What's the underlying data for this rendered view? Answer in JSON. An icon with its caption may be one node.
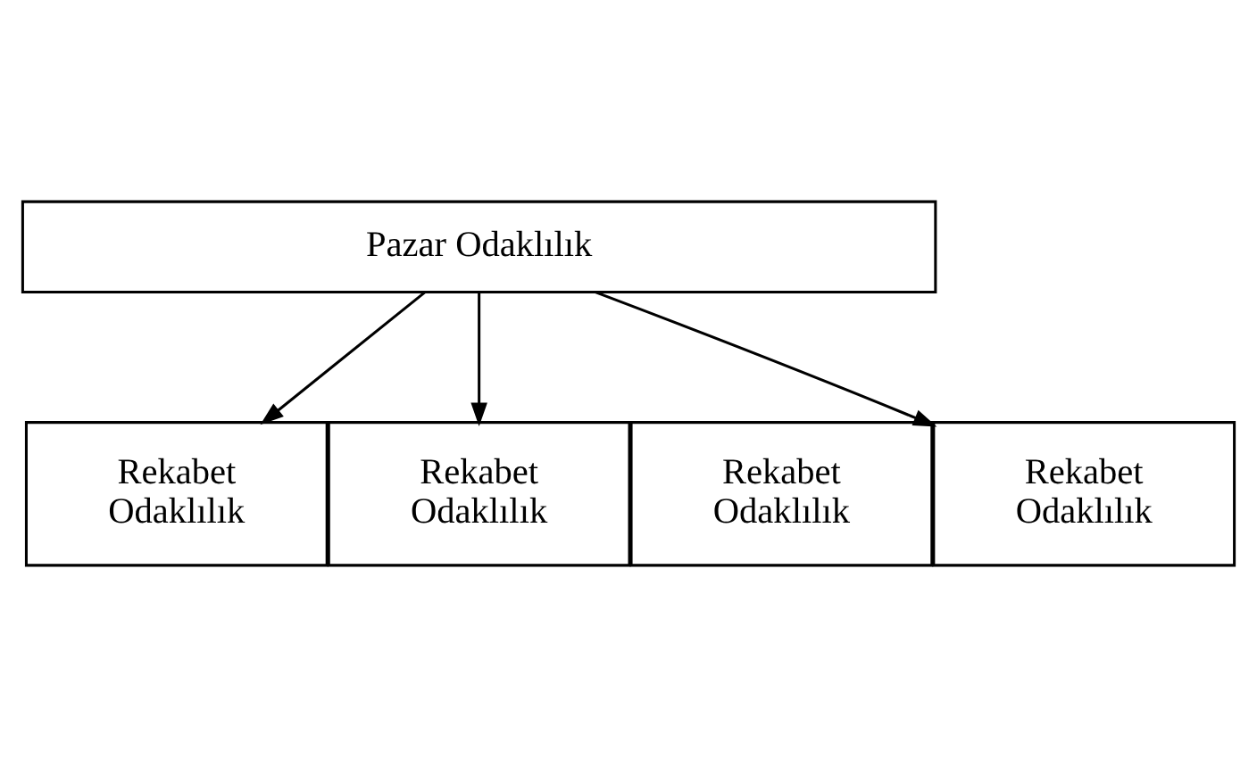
{
  "diagram": {
    "nodes": [
      {
        "text": [
          "Pazar Odaklılık"
        ]
      },
      {
        "text": [
          "Rekabet Odaklılık"
        ]
      },
      {
        "text": [
          "Rekabet Odaklılık"
        ]
      },
      {
        "text": [
          "Rekabet Odaklılık"
        ]
      },
      {
        "text": [
          "Rekabet Odaklılık"
        ]
      }
    ],
    "edges": [
      {
        "from": 0,
        "to": 1,
        "arrow": "to"
      },
      {
        "from": 0,
        "to": 2,
        "arrow": "to"
      },
      {
        "from": 0,
        "to": 3,
        "arrow": "to"
      }
    ]
  }
}
